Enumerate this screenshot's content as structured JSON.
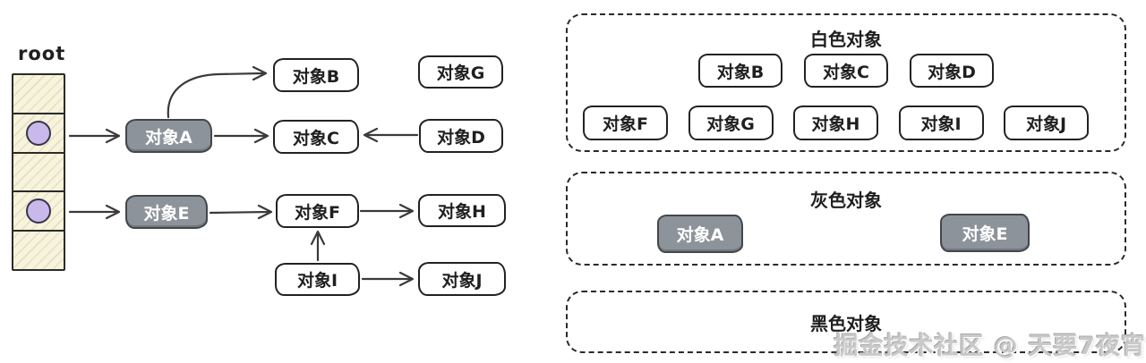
{
  "left": {
    "root_label": "root",
    "nodes": {
      "A": "对象A",
      "B": "对象B",
      "C": "对象C",
      "D": "对象D",
      "E": "对象E",
      "F": "对象F",
      "G": "对象G",
      "H": "对象H",
      "I": "对象I",
      "J": "对象J"
    },
    "edges": [
      "root→对象A",
      "root→对象E",
      "对象A→对象B",
      "对象A→对象C",
      "对象D→对象C",
      "对象E→对象F",
      "对象F→对象H",
      "对象I→对象F",
      "对象I→对象J"
    ]
  },
  "panels": {
    "white": {
      "title": "白色对象",
      "row1": [
        "对象B",
        "对象C",
        "对象D"
      ],
      "row2": [
        "对象F",
        "对象G",
        "对象H",
        "对象I",
        "对象J"
      ]
    },
    "gray": {
      "title": "灰色对象",
      "items": [
        "对象A",
        "对象E"
      ]
    },
    "black": {
      "title": "黑色对象",
      "items": []
    }
  },
  "watermark": "掘金技术社区 @ 天要7夜宵",
  "colors": {
    "ink": "#222222",
    "gray_fill": "#8d939a",
    "stack_fill": "#f7f3dc",
    "dot_fill": "#c9b9ea",
    "panel_dash": "#2a2a2a",
    "watermark_gray": "#c9c9c9"
  }
}
